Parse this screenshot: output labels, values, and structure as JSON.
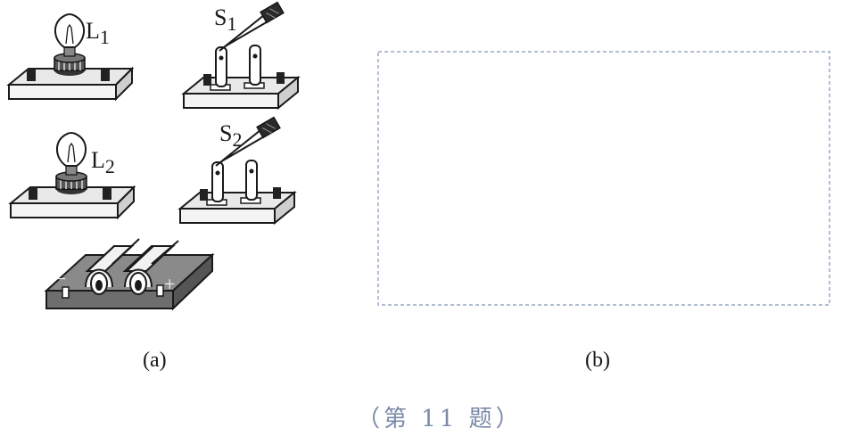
{
  "panel_a": {
    "caption": "(a)",
    "lamp1": {
      "letter": "L",
      "sub": "1"
    },
    "lamp2": {
      "letter": "L",
      "sub": "2"
    },
    "switch1": {
      "letter": "S",
      "sub": "1"
    },
    "switch2": {
      "letter": "S",
      "sub": "2"
    },
    "battery": {
      "minus": "−",
      "plus": "+"
    }
  },
  "panel_b": {
    "caption": "(b)",
    "frame_color": "#9aa8c4"
  },
  "figure_caption": "（第 11 题）",
  "colors": {
    "ink": "#1a1a1a",
    "caption": "#7a8aa8"
  }
}
